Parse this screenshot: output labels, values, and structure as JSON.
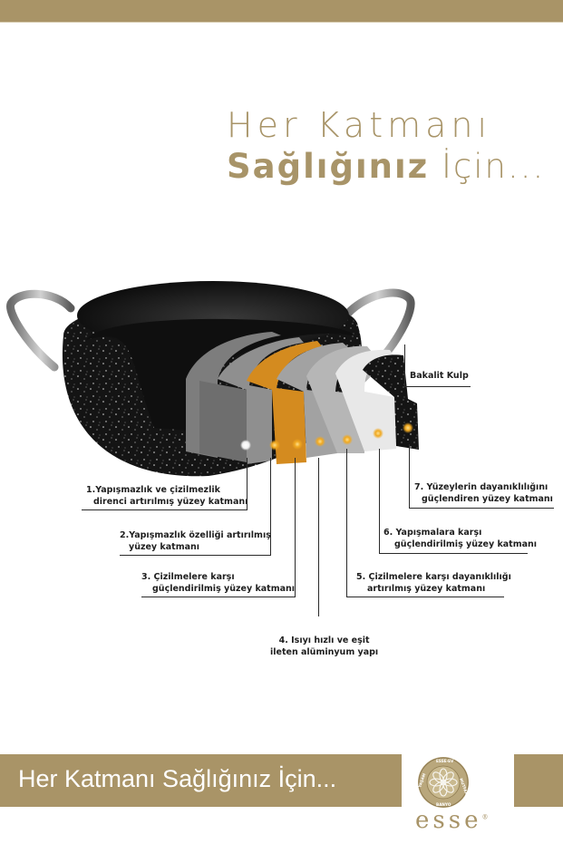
{
  "header": {
    "band_color": "#a99467"
  },
  "headline": {
    "line1": "Her Katmanı",
    "line2_bold": "Sağlığınız",
    "line2_light": "İçin...",
    "color": "#a89468"
  },
  "diagram": {
    "handle_label": "Bakalit Kulp",
    "layers": [
      {
        "number": 1,
        "line1": "1.Yapışmazlık ve çizilmezlik",
        "line2": "direnci artırılmış yüzey katmanı",
        "color": "#7a7a7a"
      },
      {
        "number": 2,
        "line1": "2.Yapışmazlık özelliği artırılmış",
        "line2": "yüzey katmanı",
        "color": "#8e8e8e"
      },
      {
        "number": 3,
        "line1": "3. Çizilmelere karşı",
        "line2": "güçlendirilmiş yüzey katmanı",
        "color": "#d08a1e"
      },
      {
        "number": 4,
        "line1": "4. Isıyı hızlı ve eşit",
        "line2": "ileten alüminyum yapı",
        "color": "#a4a4a4"
      },
      {
        "number": 5,
        "line1": "5. Çizilmelere karşı dayanıklılığı",
        "line2": "artırılmış yüzey katmanı",
        "color": "#b8b8b8"
      },
      {
        "number": 6,
        "line1": "6. Yapışmalara karşı",
        "line2": "güçlendirilmiş yüzey katmanı",
        "color": "#e6e6e6"
      },
      {
        "number": 7,
        "line1": "7. Yüzeylerin dayanıklılığını",
        "line2": "güçlendiren yüzey katmanı",
        "color": "#1c1c1c"
      }
    ]
  },
  "footer": {
    "tagline": "Her Katmanı Sağlığınız İçin...",
    "logo_ring_text": "ESSE · EV · MUTFAK · BANYO · YAŞAM ·",
    "brand": "esse",
    "brand_mark": "®",
    "band_color": "#a99467"
  }
}
